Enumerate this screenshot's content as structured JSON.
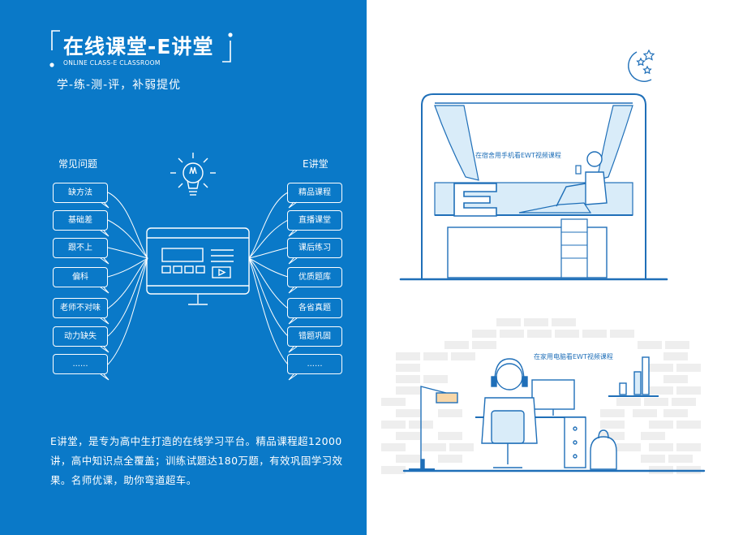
{
  "header": {
    "title": "在线课堂-E讲堂",
    "subtitle_en": "ONLINE CLASS-E CLASSROOM",
    "slogan": "学-练-测-评，补弱提优"
  },
  "left_column": {
    "title": "常见问题",
    "items": [
      "缺方法",
      "基础差",
      "跟不上",
      "偏科",
      "老师不对味",
      "动力缺失",
      "......"
    ]
  },
  "right_column": {
    "title": "E讲堂",
    "items": [
      "精品课程",
      "直播课堂",
      "课后练习",
      "优质题库",
      "各省真题",
      "错题巩固",
      "......"
    ]
  },
  "description": "E讲堂，是专为高中生打造的在线学习平台。精品课程超12000讲，高中知识点全覆盖；训练试题达180万题，有效巩固学习效果。名师优课，助你弯道超车。",
  "scenes": {
    "dorm_caption": "在宿舍用手机看EWT视频课程",
    "home_caption": "在家用电脑看EWT视频课程"
  },
  "colors": {
    "panel_blue": "#0a79c8",
    "line_blue": "#1f6fb8",
    "light_blue": "#d9ecf9",
    "accent_orange": "#f8d7a8"
  },
  "icons": [
    "lightbulb-icon",
    "monitor-icon",
    "moon-icon",
    "star-icon",
    "letter-e-icon",
    "headphones-icon",
    "backpack-icon"
  ]
}
